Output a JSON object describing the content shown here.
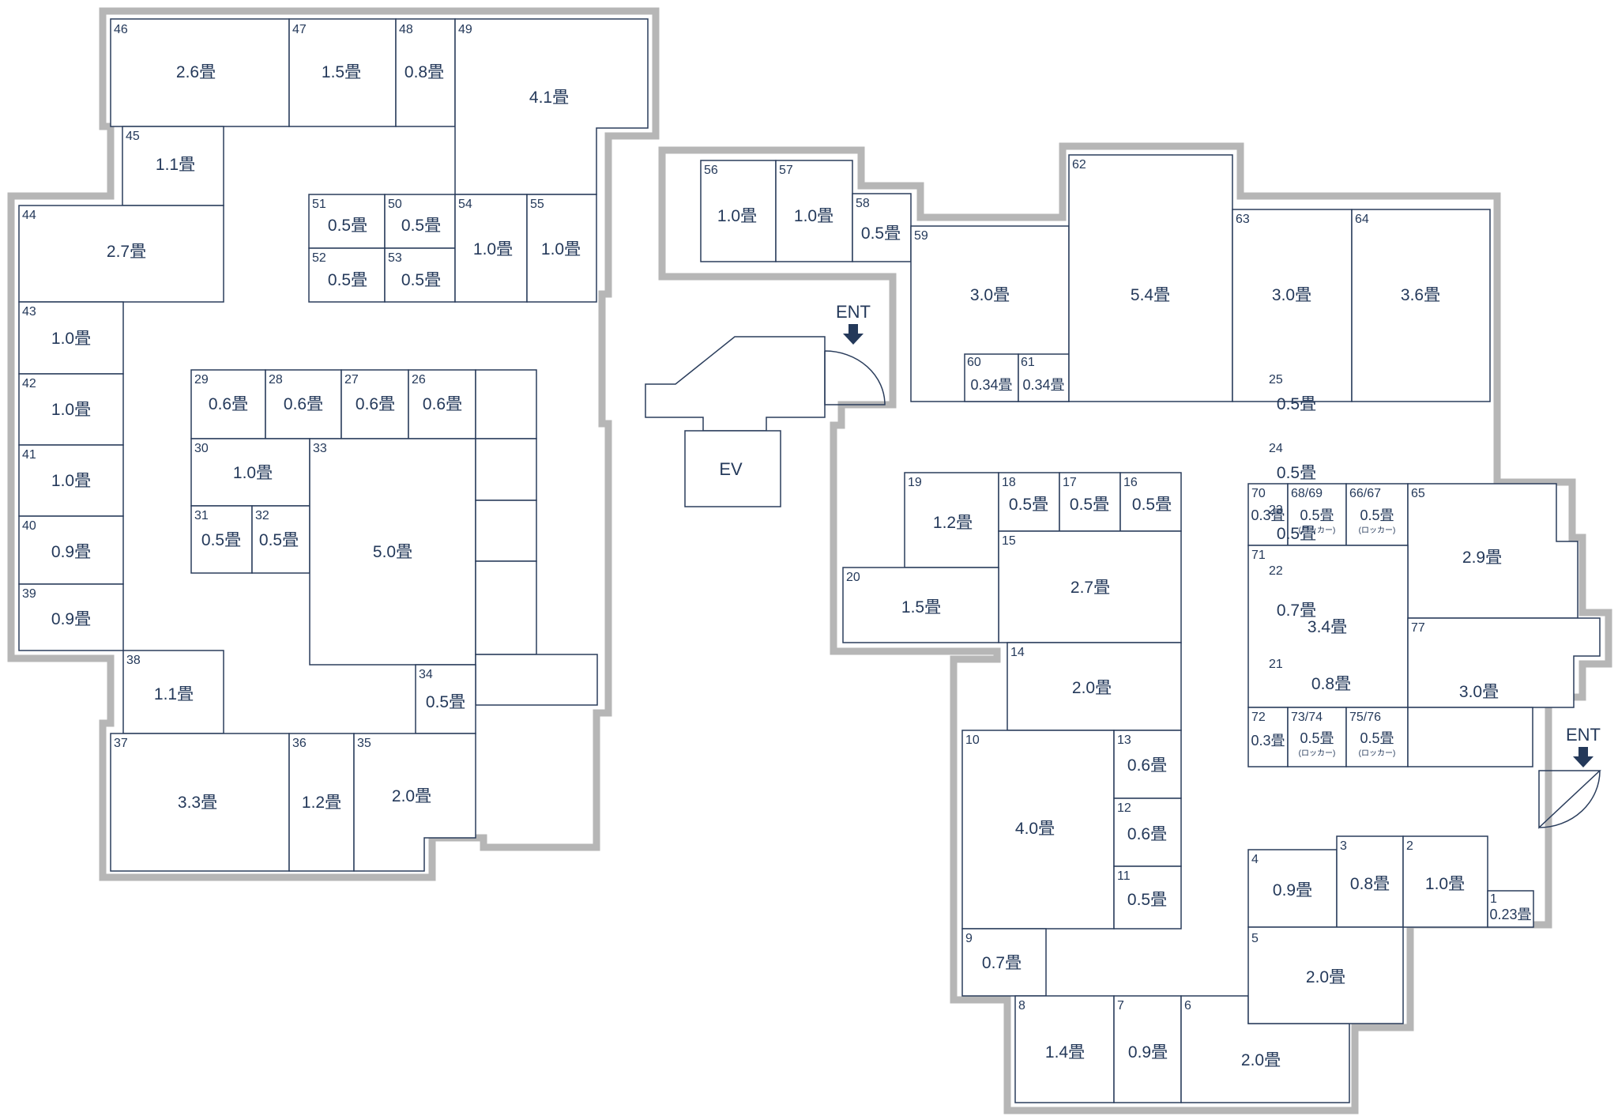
{
  "labels": {
    "entrance": "ENT",
    "elevator": "EV"
  },
  "rooms": [
    {
      "id": "1",
      "num": "1",
      "size": "0.23畳"
    },
    {
      "id": "2",
      "num": "2",
      "size": "1.0畳"
    },
    {
      "id": "3",
      "num": "3",
      "size": "0.8畳"
    },
    {
      "id": "4",
      "num": "4",
      "size": "0.9畳"
    },
    {
      "id": "5",
      "num": "5",
      "size": "2.0畳"
    },
    {
      "id": "6",
      "num": "6",
      "size": "2.0畳"
    },
    {
      "id": "7",
      "num": "7",
      "size": "0.9畳"
    },
    {
      "id": "8",
      "num": "8",
      "size": "1.4畳"
    },
    {
      "id": "9",
      "num": "9",
      "size": "0.7畳"
    },
    {
      "id": "10",
      "num": "10",
      "size": "4.0畳"
    },
    {
      "id": "11",
      "num": "11",
      "size": "0.5畳"
    },
    {
      "id": "12",
      "num": "12",
      "size": "0.6畳"
    },
    {
      "id": "13",
      "num": "13",
      "size": "0.6畳"
    },
    {
      "id": "14",
      "num": "14",
      "size": "2.0畳"
    },
    {
      "id": "15",
      "num": "15",
      "size": "2.7畳"
    },
    {
      "id": "16",
      "num": "16",
      "size": "0.5畳"
    },
    {
      "id": "17",
      "num": "17",
      "size": "0.5畳"
    },
    {
      "id": "18",
      "num": "18",
      "size": "0.5畳"
    },
    {
      "id": "19",
      "num": "19",
      "size": "1.2畳"
    },
    {
      "id": "20",
      "num": "20",
      "size": "1.5畳"
    },
    {
      "id": "21",
      "num": "21",
      "size": "0.8畳"
    },
    {
      "id": "22",
      "num": "22",
      "size": "0.7畳"
    },
    {
      "id": "23",
      "num": "23",
      "size": "0.5畳"
    },
    {
      "id": "24",
      "num": "24",
      "size": "0.5畳"
    },
    {
      "id": "25",
      "num": "25",
      "size": "0.5畳"
    },
    {
      "id": "26",
      "num": "26",
      "size": "0.6畳"
    },
    {
      "id": "27",
      "num": "27",
      "size": "0.6畳"
    },
    {
      "id": "28",
      "num": "28",
      "size": "0.6畳"
    },
    {
      "id": "29",
      "num": "29",
      "size": "0.6畳"
    },
    {
      "id": "30",
      "num": "30",
      "size": "1.0畳"
    },
    {
      "id": "31",
      "num": "31",
      "size": "0.5畳"
    },
    {
      "id": "32",
      "num": "32",
      "size": "0.5畳"
    },
    {
      "id": "33",
      "num": "33",
      "size": "5.0畳"
    },
    {
      "id": "34",
      "num": "34",
      "size": "0.5畳"
    },
    {
      "id": "35",
      "num": "35",
      "size": "2.0畳"
    },
    {
      "id": "36",
      "num": "36",
      "size": "1.2畳"
    },
    {
      "id": "37",
      "num": "37",
      "size": "3.3畳"
    },
    {
      "id": "38",
      "num": "38",
      "size": "1.1畳"
    },
    {
      "id": "39",
      "num": "39",
      "size": "0.9畳"
    },
    {
      "id": "40",
      "num": "40",
      "size": "0.9畳"
    },
    {
      "id": "41",
      "num": "41",
      "size": "1.0畳"
    },
    {
      "id": "42",
      "num": "42",
      "size": "1.0畳"
    },
    {
      "id": "43",
      "num": "43",
      "size": "1.0畳"
    },
    {
      "id": "44",
      "num": "44",
      "size": "2.7畳"
    },
    {
      "id": "45",
      "num": "45",
      "size": "1.1畳"
    },
    {
      "id": "46",
      "num": "46",
      "size": "2.6畳"
    },
    {
      "id": "47",
      "num": "47",
      "size": "1.5畳"
    },
    {
      "id": "48",
      "num": "48",
      "size": "0.8畳"
    },
    {
      "id": "49",
      "num": "49",
      "size": "4.1畳"
    },
    {
      "id": "50",
      "num": "50",
      "size": "0.5畳"
    },
    {
      "id": "51",
      "num": "51",
      "size": "0.5畳"
    },
    {
      "id": "52",
      "num": "52",
      "size": "0.5畳"
    },
    {
      "id": "53",
      "num": "53",
      "size": "0.5畳"
    },
    {
      "id": "54",
      "num": "54",
      "size": "1.0畳"
    },
    {
      "id": "55",
      "num": "55",
      "size": "1.0畳"
    },
    {
      "id": "56",
      "num": "56",
      "size": "1.0畳"
    },
    {
      "id": "57",
      "num": "57",
      "size": "1.0畳"
    },
    {
      "id": "58",
      "num": "58",
      "size": "0.5畳"
    },
    {
      "id": "59",
      "num": "59",
      "size": "3.0畳"
    },
    {
      "id": "60",
      "num": "60",
      "size": "0.34畳"
    },
    {
      "id": "61",
      "num": "61",
      "size": "0.34畳"
    },
    {
      "id": "62",
      "num": "62",
      "size": "5.4畳"
    },
    {
      "id": "63",
      "num": "63",
      "size": "3.0畳"
    },
    {
      "id": "64",
      "num": "64",
      "size": "3.6畳"
    },
    {
      "id": "65",
      "num": "65",
      "size": "2.9畳"
    },
    {
      "id": "66-67",
      "num": "66/67",
      "size": "0.5畳",
      "note": "(ロッカー)"
    },
    {
      "id": "68-69",
      "num": "68/69",
      "size": "0.5畳",
      "note": "(ロッカー)"
    },
    {
      "id": "70",
      "num": "70",
      "size": "0.3畳"
    },
    {
      "id": "71",
      "num": "71",
      "size": "3.4畳"
    },
    {
      "id": "72",
      "num": "72",
      "size": "0.3畳"
    },
    {
      "id": "73-74",
      "num": "73/74",
      "size": "0.5畳",
      "note": "(ロッカー)"
    },
    {
      "id": "75-76",
      "num": "75/76",
      "size": "0.5畳",
      "note": "(ロッカー)"
    },
    {
      "id": "77",
      "num": "77",
      "size": "3.0畳"
    }
  ]
}
